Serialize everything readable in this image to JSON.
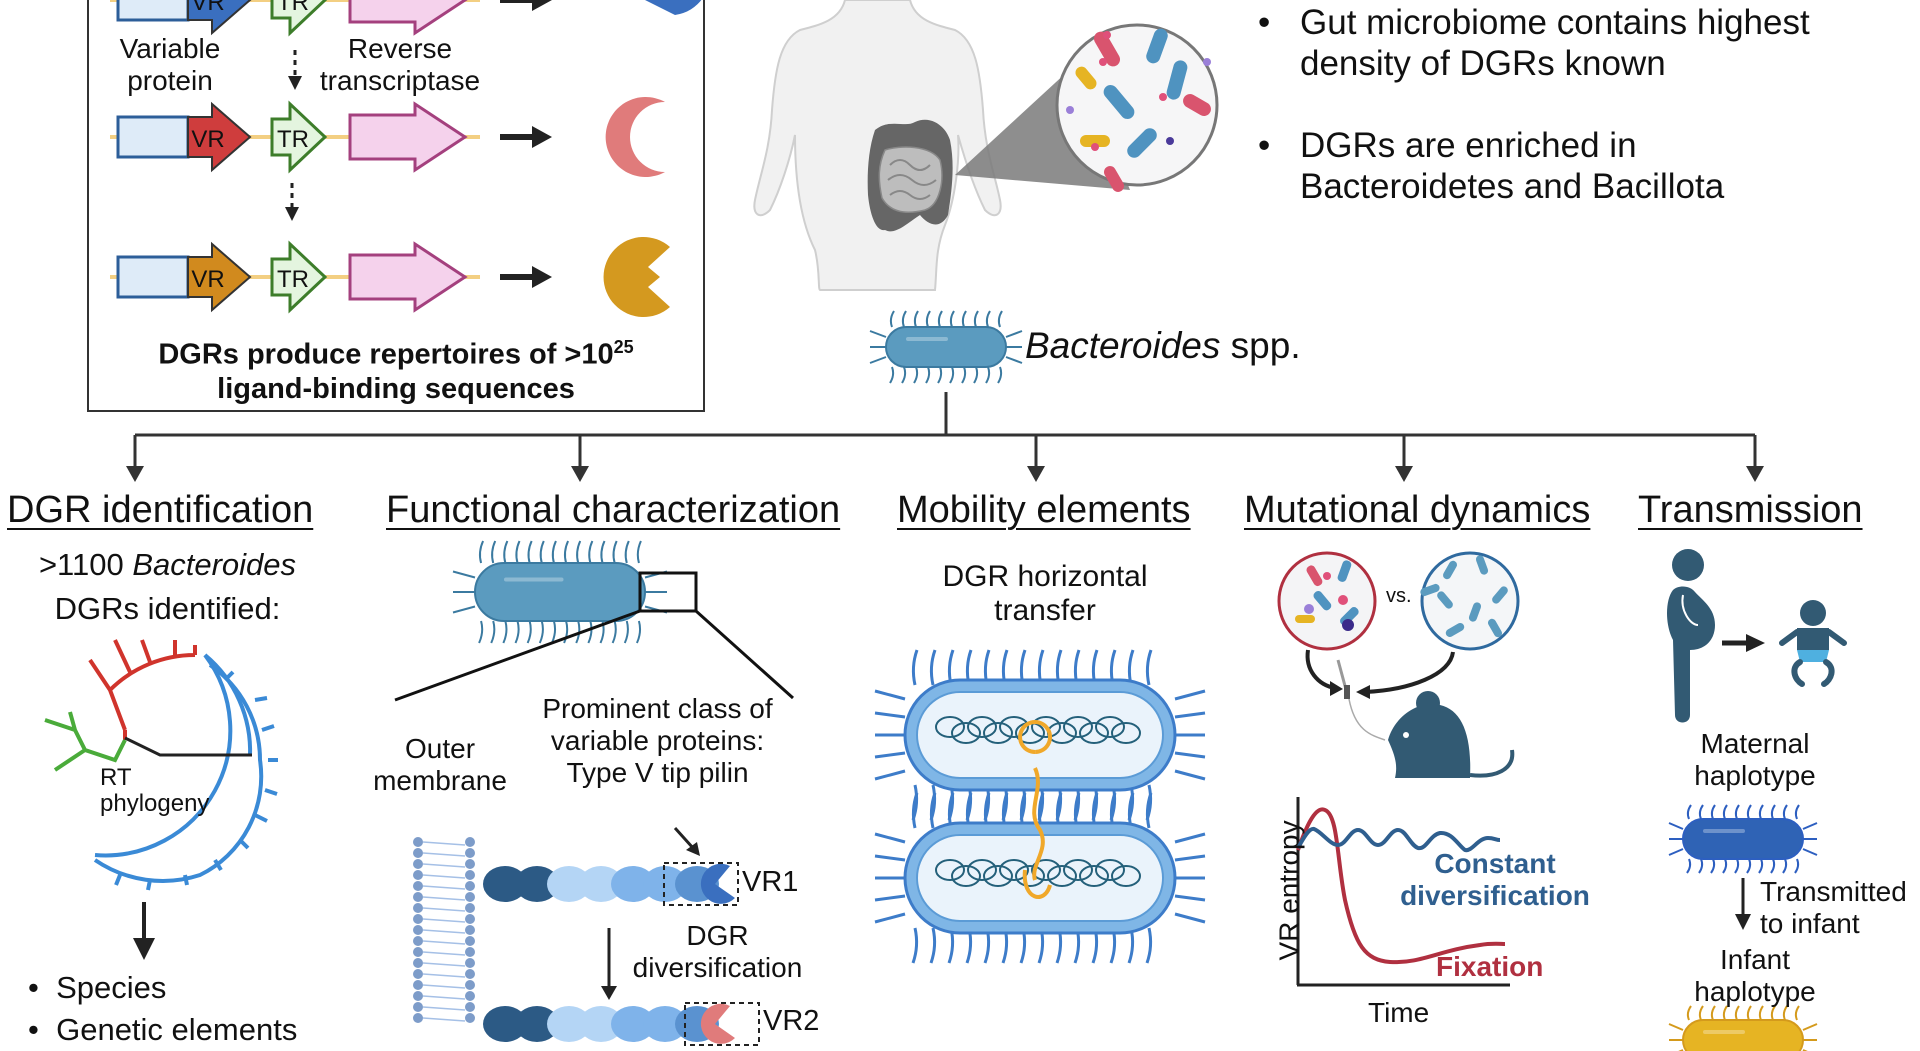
{
  "gene_box": {
    "labels": {
      "variable_protein": "Variable protein",
      "reverse_transcriptase": "Reverse transcriptase",
      "vr": "VR",
      "tr": "TR"
    },
    "rows": [
      {
        "vr_color": "#3a6fbf",
        "product_color": "#3a6fbf"
      },
      {
        "vr_color": "#cf3d3d",
        "product_color": "#e07b7b"
      },
      {
        "vr_color": "#d18a1e",
        "product_color": "#d4991f"
      }
    ],
    "caption_line1": "DGRs produce repertoires of >10",
    "caption_exp": "25",
    "caption_line2": "ligand-binding sequences"
  },
  "gut_bullets": [
    "Gut microbiome contains highest density of DGRs known",
    "DGRs are enriched in Bacteroidetes and Bacillota"
  ],
  "root": {
    "genus": "Bacteroides",
    "suffix": " spp."
  },
  "sections": [
    {
      "title": "DGR identification",
      "line1_prefix": ">1100 ",
      "line1_italic": "Bacteroides",
      "line2": "DGRs identified:",
      "tree_label": "RT phylogeny",
      "bullets": [
        "Species",
        "Genetic elements"
      ]
    },
    {
      "title": "Functional characterization",
      "outer_membrane": "Outer membrane",
      "prominent": "Prominent class of variable proteins: Type V tip pilin",
      "vr1": "VR1",
      "vr2": "VR2",
      "diversification": "DGR diversification"
    },
    {
      "title": "Mobility elements",
      "subtitle": "DGR horizontal transfer"
    },
    {
      "title": "Mutational dynamics",
      "vs": "vs.",
      "chart_ylabel": "VR entropy",
      "chart_xlabel": "Time",
      "series_constant": "Constant diversification",
      "series_fixation": "Fixation"
    },
    {
      "title": "Transmission",
      "maternal": "Maternal haplotype",
      "transmitted": "Transmitted to infant",
      "infant": "Infant haplotype"
    }
  ],
  "colors": {
    "bacterium": "#5b9bbf",
    "bacterium_dark": "#3b7aa0",
    "entropy_blue": "#2f5f8f",
    "entropy_red": "#b03040",
    "silhouette": "#325a73",
    "tree_red": "#d0342c",
    "tree_green": "#4aab3a",
    "tree_blue": "#3a8ad6"
  }
}
